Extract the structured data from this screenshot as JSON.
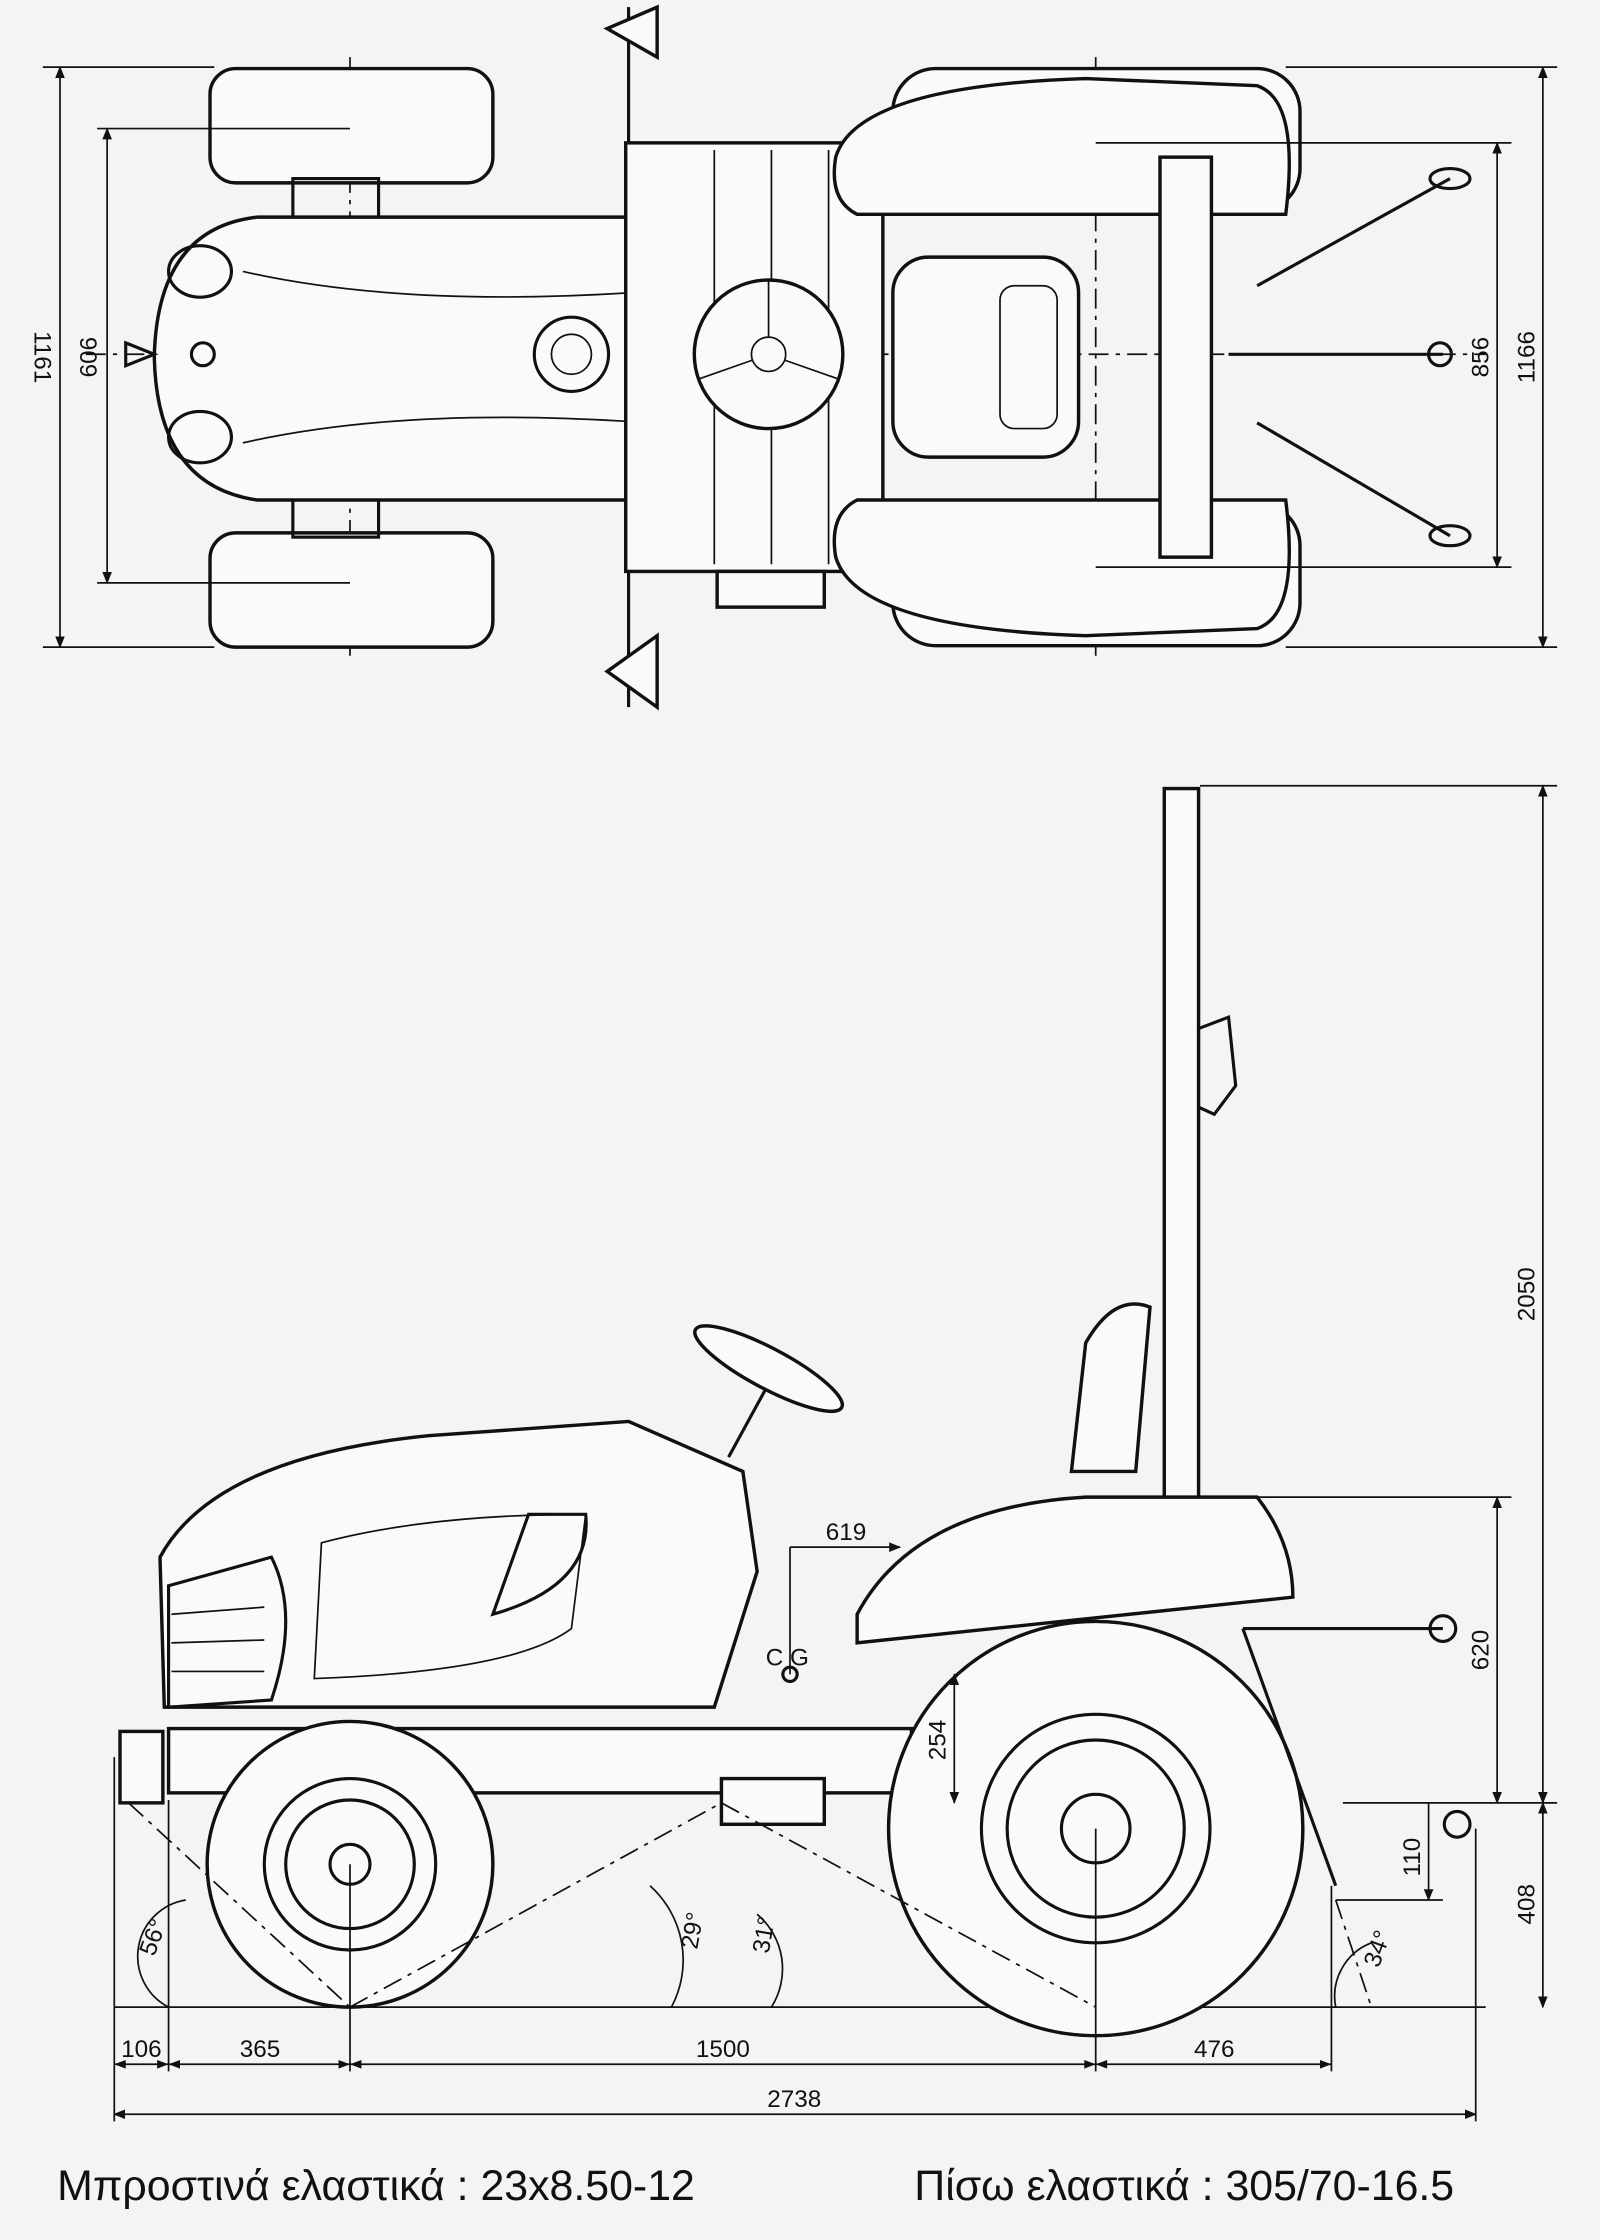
{
  "top_view": {
    "dimensions": {
      "overall_width_front": "1161",
      "front_track": "909",
      "rear_track": "856",
      "overall_width_rear": "1166"
    }
  },
  "side_view": {
    "dimensions": {
      "overall_height": "2050",
      "hitch_height": "620",
      "drawbar_height": "408",
      "drawbar_offset": "110",
      "cg_horizontal": "619",
      "cg_vertical": "254",
      "front_overhang_1": "106",
      "front_overhang_2": "365",
      "wheelbase": "1500",
      "rear_overhang": "476",
      "overall_length": "2738"
    },
    "angles": {
      "front_approach": "56°",
      "front_ramp": "29°",
      "rear_ramp": "31°",
      "rear_departure": "34°"
    },
    "cg_label": "C G"
  },
  "captions": {
    "front_tires": "Μπροστινά ελαστικά : 23x8.50-12",
    "rear_tires": "Πίσω ελαστικά : 305/70-16.5"
  }
}
